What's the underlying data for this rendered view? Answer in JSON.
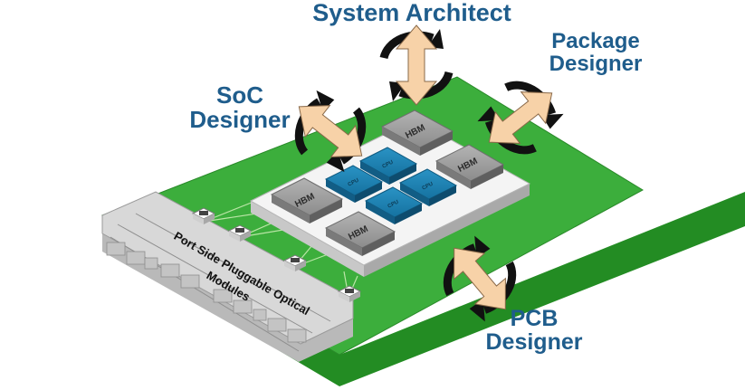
{
  "roles": {
    "system_architect": "System Architect",
    "soc_designer": [
      "SoC",
      "Designer"
    ],
    "package_designer": [
      "Package",
      "Designer"
    ],
    "pcb_designer": [
      "PCB",
      "Designer"
    ]
  },
  "chips": {
    "hbm": "HBM",
    "cpu": "CPU"
  },
  "modules_label": [
    "Port Side Pluggable Optical",
    "Modules"
  ],
  "colors": {
    "label_text": "#1f5d8c",
    "board_top": "#3cae3c",
    "board_side": "#238c23",
    "package": "#f2f2f2",
    "hbm": "#9a9a9a",
    "cpu": "#1b7fae",
    "arrow_fill": "#f7d2a8",
    "arrow_ring": "#111111"
  },
  "icons": [
    "rotation-arrow-icon",
    "bidirectional-arrow-icon"
  ]
}
